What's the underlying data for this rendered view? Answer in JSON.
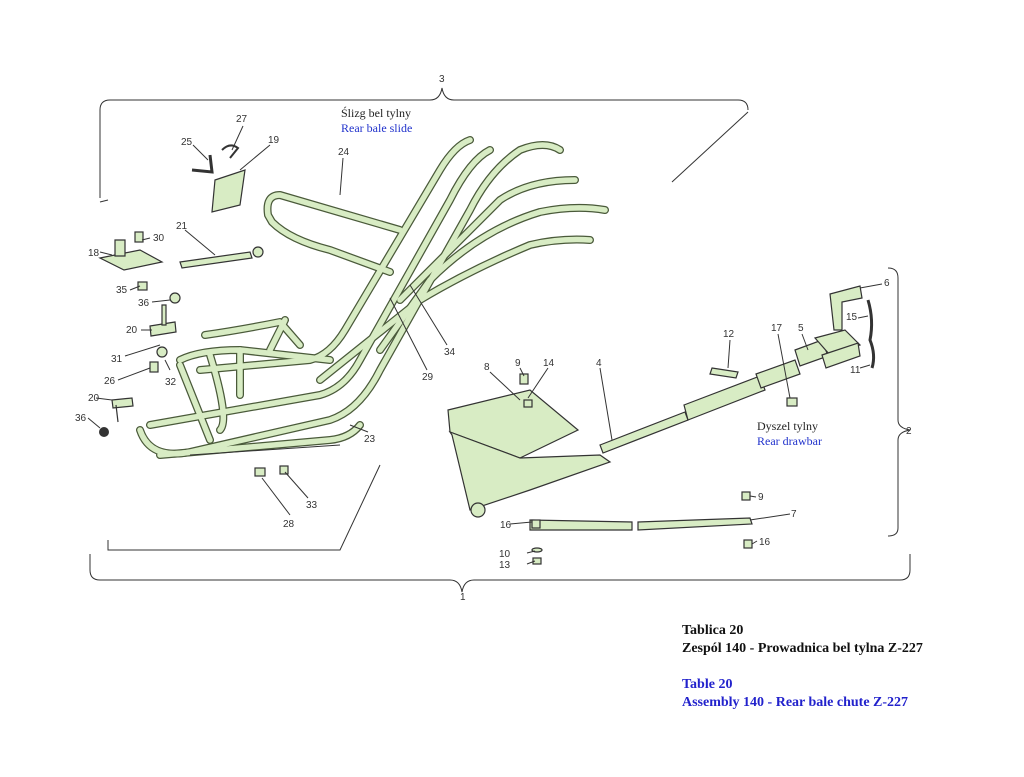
{
  "labels": {
    "slide_pl": "Ślizg bel tylny",
    "slide_en": "Rear bale slide",
    "drawbar_pl": "Dyszel tylny",
    "drawbar_en": "Rear drawbar"
  },
  "part_numbers": {
    "p1": "1",
    "p2": "2",
    "p3": "3",
    "p4": "4",
    "p5": "5",
    "p6": "6",
    "p7": "7",
    "p8": "8",
    "p9a": "9",
    "p9b": "9",
    "p10": "10",
    "p11": "11",
    "p12": "12",
    "p13": "13",
    "p14": "14",
    "p15": "15",
    "p16a": "16",
    "p16b": "16",
    "p17": "17",
    "p18": "18",
    "p19": "19",
    "p20a": "20",
    "p20b": "20",
    "p21": "21",
    "p23": "23",
    "p24": "24",
    "p25": "25",
    "p26": "26",
    "p27": "27",
    "p28": "28",
    "p29": "29",
    "p30": "30",
    "p31": "31",
    "p32": "32",
    "p33": "33",
    "p34": "34",
    "p35": "35",
    "p36a": "36",
    "p36b": "36"
  },
  "caption": {
    "pl_line1": "Tablica 20",
    "pl_line2": "Zespól 140 - Prowadnica bel tylna Z-227",
    "en_line1": "Table 20",
    "en_line2": "Assembly 140 - Rear bale chute Z-227"
  },
  "colors": {
    "part_fill": "#d8ecc4",
    "english_text": "#2222cc"
  }
}
